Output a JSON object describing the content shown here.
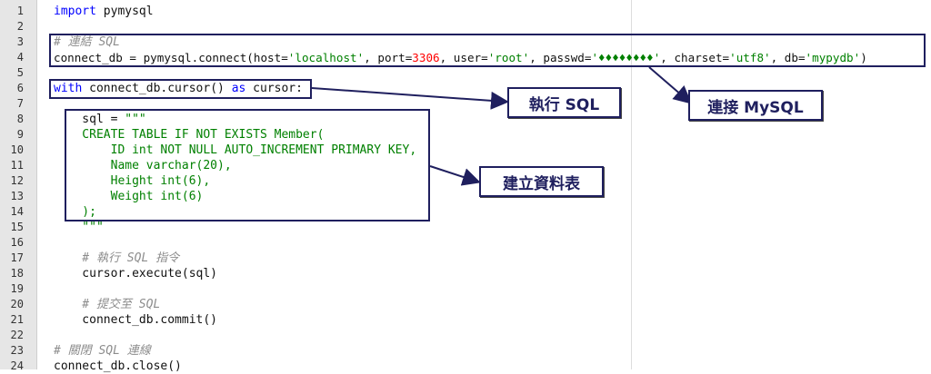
{
  "gutter_numbers": [
    "1",
    "2",
    "3",
    "4",
    "5",
    "6",
    "7",
    "8",
    "9",
    "10",
    "11",
    "12",
    "13",
    "14",
    "15",
    "16",
    "17",
    "18",
    "19",
    "20",
    "21",
    "22",
    "23",
    "24"
  ],
  "code": {
    "l1": {
      "kw": "import",
      "rest": " pymysql"
    },
    "l3": {
      "comment": "# 連結 SQL"
    },
    "l4": {
      "a": "connect_db = pymysql.connect(host=",
      "s1": "'localhost'",
      "b": ", port=",
      "n1": "3306",
      "c": ", user=",
      "s2": "'root'",
      "d": ", passwd=",
      "s3": "'♦♦♦♦♦♦♦♦'",
      "e": ", charset=",
      "s4": "'utf8'",
      "f": ", db=",
      "s5": "'mypydb'",
      "g": ")"
    },
    "l6": {
      "kw1": "with",
      "mid": " connect_db.cursor() ",
      "kw2": "as",
      "end": " cursor:"
    },
    "l8": {
      "a": "    sql = ",
      "s": "\"\"\""
    },
    "l9": "    CREATE TABLE IF NOT EXISTS Member(",
    "l10": "        ID int NOT NULL AUTO_INCREMENT PRIMARY KEY,",
    "l11": "        Name varchar(20),",
    "l12": "        Height int(6),",
    "l13": "        Weight int(6)",
    "l14": "    );",
    "l15": "    \"\"\"",
    "l17": "    # 執行 SQL 指令",
    "l18": "    cursor.execute(sql)",
    "l20": "    # 提交至 SQL",
    "l21": "    connect_db.commit()",
    "l23": "# 關閉 SQL 連線",
    "l24": "connect_db.close()"
  },
  "callouts": {
    "execute_sql": "執行 SQL",
    "connect_mysql": "連接 MySQL",
    "create_table": "建立資料表"
  }
}
